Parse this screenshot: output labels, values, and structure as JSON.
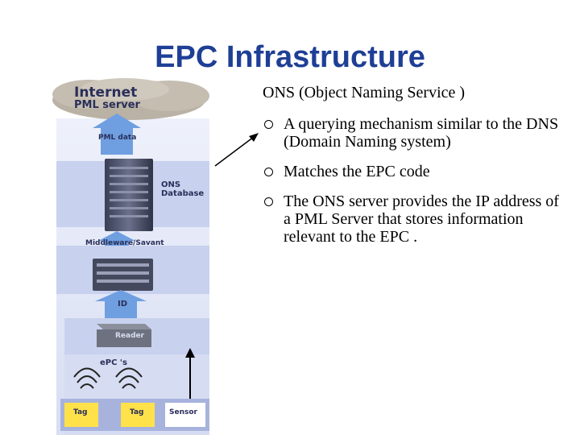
{
  "slide": {
    "title": "EPC Infrastructure"
  },
  "diagram": {
    "cloud_line1": "Internet",
    "cloud_line2": "PML server",
    "pml_data": "PML data",
    "ons_line1": "ONS",
    "ons_line2": "Database",
    "middleware": "Middleware/Savant",
    "id": "ID",
    "reader": "Reader",
    "epcs": "ePC 's",
    "tag1": "Tag",
    "tag2": "Tag",
    "sensor": "Sensor"
  },
  "ons": {
    "heading": "ONS (Object Naming Service )",
    "bullets": [
      "A querying mechanism similar to the DNS (Domain Naming system)",
      "Matches the EPC code",
      "The ONS server provides the IP address of a PML Server that stores information relevant to the EPC ."
    ]
  },
  "colors": {
    "title": "#1f3f96",
    "panel": "#c8d1ee",
    "arrow": "#6f9fe0"
  }
}
